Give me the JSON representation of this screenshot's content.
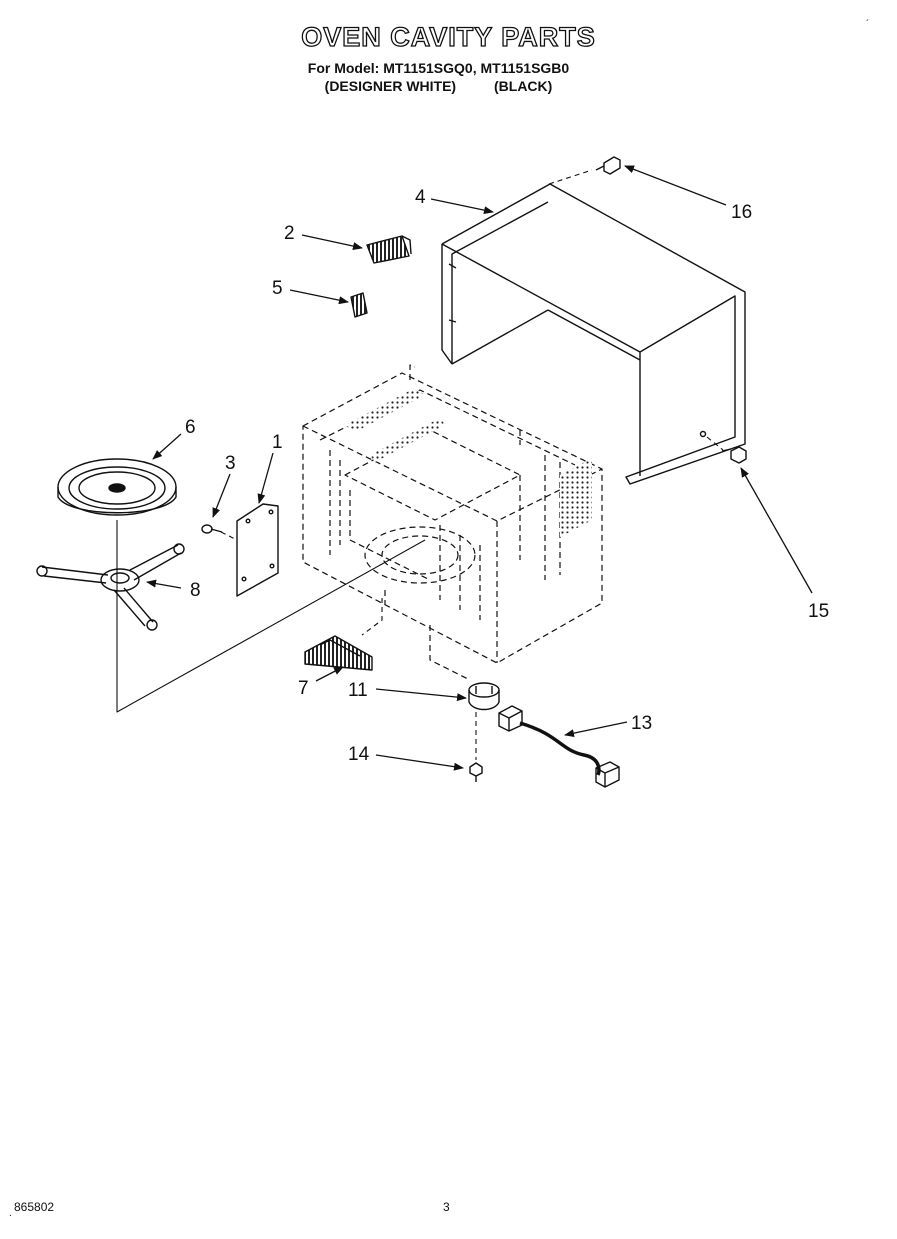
{
  "header": {
    "title": "OVEN CAVITY PARTS",
    "model_line": "For Model: MT1151SGQ0, MT1151SGB0",
    "variant_white": "(DESIGNER WHITE)",
    "variant_black": "(BLACK)"
  },
  "callouts": {
    "c1": "1",
    "c2": "2",
    "c3": "3",
    "c4": "4",
    "c5": "5",
    "c6": "6",
    "c7": "7",
    "c8": "8",
    "c11": "11",
    "c13": "13",
    "c14": "14",
    "c15": "15",
    "c16": "16"
  },
  "footer": {
    "doc_number": "865802",
    "page_number": "3",
    "corner_mark": "´",
    "corner_dot": "."
  }
}
